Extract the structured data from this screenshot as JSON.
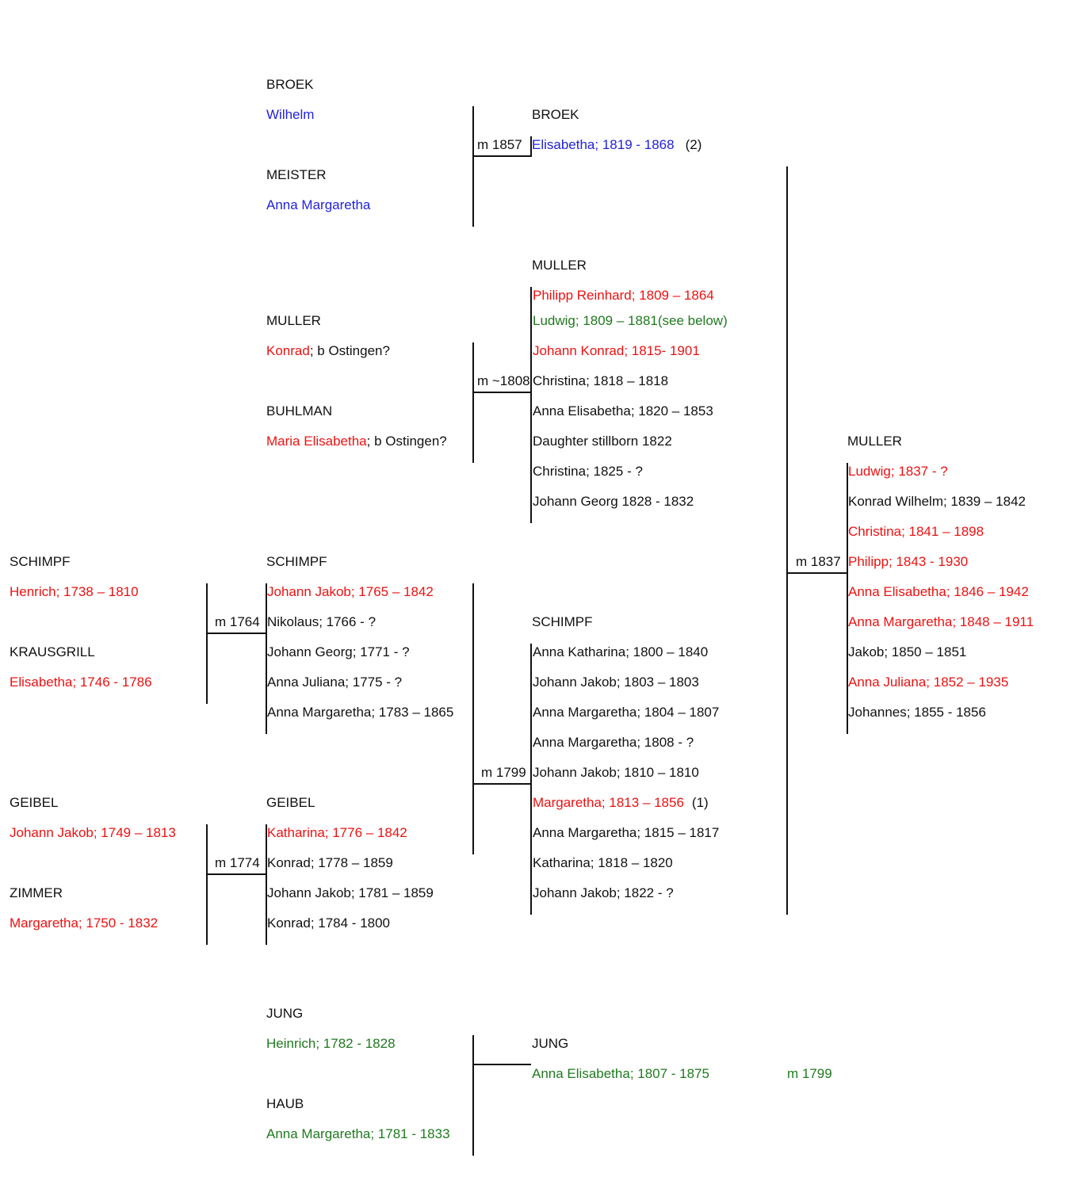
{
  "colors": {
    "black": "#111111",
    "blue": "#2222dd",
    "red": "#ee1111",
    "green": "#1f7a1f"
  },
  "broek_parents": {
    "father_surname": "BROEK",
    "father": "Wilhelm",
    "mother_surname": "MEISTER",
    "mother": "Anna Margaretha",
    "marriage": "m 1857"
  },
  "broek_child": {
    "surname": "BROEK",
    "name": "Elisabetha; 1819 - 1868",
    "note": "(2)"
  },
  "muller_parents": {
    "father_surname": "MULLER",
    "father_name": "Konrad",
    "father_note": "; b Ostingen?",
    "mother_surname": "BUHLMAN",
    "mother_name": "Maria Elisabetha",
    "mother_note": "; b Ostingen?",
    "marriage": "m ~1808"
  },
  "muller_children": {
    "surname": "MULLER",
    "items": [
      "Philipp Reinhard; 1809 – 1864",
      "Ludwig; 1809 – 1881(see below)",
      "Johann Konrad; 1815- 1901",
      "Christina; 1818 – 1818",
      "Anna Elisabetha; 1820 – 1853",
      "Daughter stillborn 1822",
      "Christina; 1825 - ?",
      "Johann Georg 1828 - 1832"
    ]
  },
  "schimpf_grandparents": {
    "father_surname": "SCHIMPF",
    "father": "Henrich; 1738 – 1810",
    "mother_surname": "KRAUSGRILL",
    "mother": "Elisabetha; 1746 - 1786",
    "marriage": "m 1764"
  },
  "schimpf_parents_children": {
    "surname": "SCHIMPF",
    "items": [
      "Johann Jakob; 1765 – 1842",
      "Nikolaus; 1766 - ?",
      "Johann Georg; 1771 - ?",
      "Anna Juliana; 1775 - ?",
      "Anna Margaretha; 1783 – 1865"
    ]
  },
  "geibel_grandparents": {
    "father_surname": "GEIBEL",
    "father": "Johann Jakob; 1749 – 1813",
    "mother_surname": "ZIMMER",
    "mother": "Margaretha; 1750 - 1832",
    "marriage": "m 1774"
  },
  "geibel_children": {
    "surname": "GEIBEL",
    "items": [
      "Katharina; 1776 – 1842",
      "Konrad; 1778 – 1859",
      "Johann Jakob; 1781 – 1859",
      "Konrad; 1784 - 1800"
    ]
  },
  "schimpf_marriage": "m 1799",
  "schimpf_children": {
    "surname": "SCHIMPF",
    "items": [
      "Anna Katharina; 1800 – 1840",
      "Johann Jakob; 1803 – 1803",
      "Anna Margaretha; 1804 – 1807",
      "Anna Margaretha; 1808 - ?",
      "Johann Jakob; 1810 – 1810",
      "Margaretha; 1813 – 1856",
      "Anna Margaretha; 1815 – 1817",
      "Katharina; 1818 – 1820",
      "Johann Jakob; 1822 - ?"
    ],
    "margaretha_note": "(1)"
  },
  "final_marriage": "m 1837",
  "final_children": {
    "surname": "MULLER",
    "items": [
      "Ludwig; 1837 - ?",
      "Konrad Wilhelm; 1839 – 1842",
      "Christina; 1841 – 1898",
      "Philipp; 1843 - 1930",
      "Anna Elisabetha; 1846 – 1942",
      "Anna Margaretha; 1848 – 1911",
      "Jakob; 1850 – 1851",
      "Anna Juliana; 1852 – 1935",
      "Johannes; 1855 - 1856"
    ]
  },
  "jung_parents": {
    "father_surname": "JUNG",
    "father": "Heinrich; 1782 - 1828",
    "mother_surname": "HAUB",
    "mother": "Anna Margaretha; 1781 - 1833"
  },
  "jung_child": {
    "surname": "JUNG",
    "name": "Anna Elisabetha; 1807 - 1875",
    "marriage": "m 1799"
  }
}
